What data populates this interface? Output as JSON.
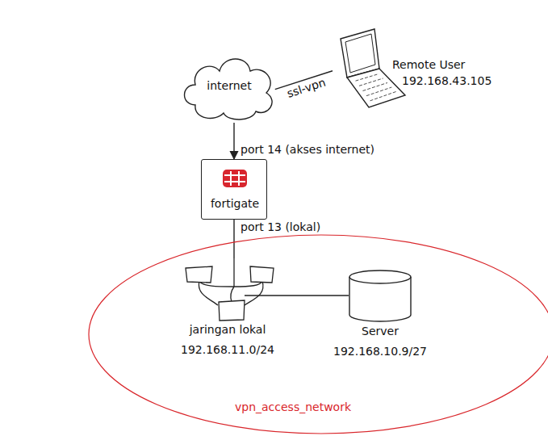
{
  "diagram": {
    "nodes": [
      {
        "text": [
          "internet"
        ]
      },
      {
        "text": [
          "Remote User",
          "192.168.43.105"
        ]
      },
      {
        "text": [
          "fortigate"
        ]
      },
      {
        "text": [
          "vpn_access_network"
        ]
      },
      {
        "text": [
          "jaringan lokal",
          "192.168.11.0/24"
        ],
        "in": 3
      },
      {
        "text": [
          "Server",
          "192.168.10.9/27"
        ],
        "in": 3
      }
    ],
    "edges": [
      {
        "from": 0,
        "to": 1,
        "label": "ssl-vpn",
        "arrow": "none"
      },
      {
        "from": 0,
        "to": 2,
        "label": "port 14 (akses internet)",
        "arrow": "to"
      },
      {
        "from": 2,
        "to": 4,
        "label": "port 13 (lokal)",
        "arrow": "none"
      },
      {
        "from": 4,
        "to": 5,
        "arrow": "none"
      }
    ]
  }
}
